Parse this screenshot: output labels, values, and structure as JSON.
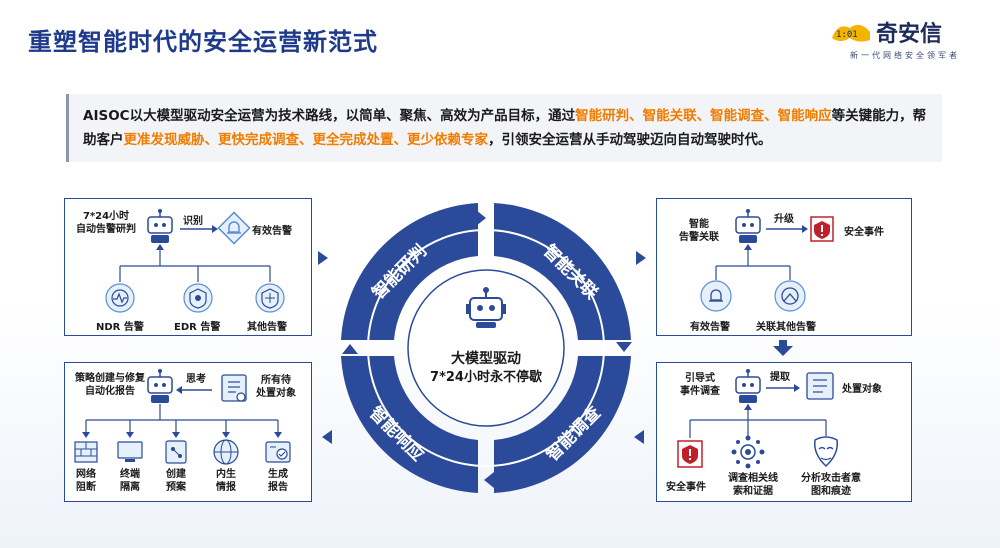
{
  "title": "重塑智能时代的安全运营新范式",
  "logo": {
    "name": "奇安信",
    "slogan": "新一代网络安全领军者"
  },
  "intro": {
    "p1": "AISOC以大模型驱动安全运营为技术路线，以简单、聚焦、高效为产品目标，通过",
    "h1": "智能研判、智能关联、智能调查、智能响应",
    "p2": "等关键能力，帮助客户",
    "h2": "更准发现威胁、更快完成调查、更全完成处置、更少依赖专家",
    "p3": "，引领安全运营从手动驾驶迈向自动驾驶时代。"
  },
  "center": {
    "line1": "大模型驱动",
    "line2": "7*24小时永不停歇"
  },
  "ring": {
    "seg1": "智能研判",
    "seg2": "智能关联",
    "seg3": "智能调查",
    "seg4": "智能响应"
  },
  "box1": {
    "robot": "7*24小时\n自动告警研判",
    "action": "识别",
    "result": "有效告警",
    "sources": [
      "NDR 告警",
      "EDR 告警",
      "其他告警"
    ]
  },
  "box2": {
    "robot": "智能\n告警关联",
    "action": "升级",
    "result": "安全事件",
    "sources": [
      "有效告警",
      "关联其他告警"
    ]
  },
  "box3": {
    "robot": "引导式\n事件调查",
    "action": "提取",
    "result": "处置对象",
    "sources": [
      "安全事件",
      "调查相关线\n索和证据",
      "分析攻击者意\n图和痕迹"
    ]
  },
  "box4": {
    "robot": "策略创建与修复\n自动化报告",
    "action": "思考",
    "input": "所有待\n处置对象",
    "outputs": [
      "网络\n阻断",
      "终端\n隔离",
      "创建\n预案",
      "内生\n情报",
      "生成\n报告"
    ]
  },
  "colors": {
    "primary": "#2b4a9a",
    "accent": "#f07c00",
    "alert": "#c0202a"
  }
}
